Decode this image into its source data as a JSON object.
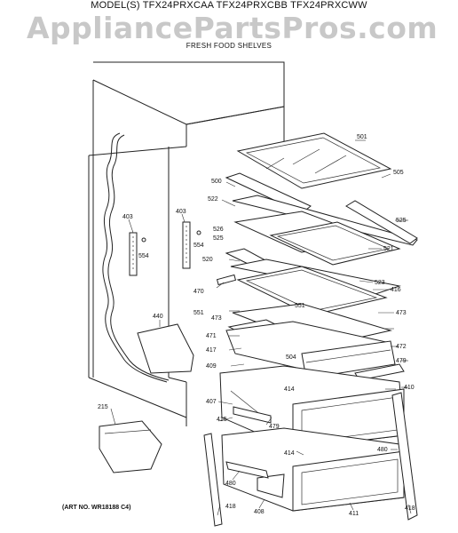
{
  "header": {
    "models": "MODEL(S) TFX24PRXCAA  TFX24PRXCBB  TFX24PRXCWW",
    "watermark": "AppliancePartsPros.com",
    "section": "FRESH FOOD SHELVES"
  },
  "footer": {
    "art_no": "(ART NO. WR18188 C4)"
  },
  "callouts": {
    "c501": "501",
    "c505": "505",
    "c500": "500",
    "c522": "522",
    "c526": "526",
    "c525a": "525",
    "c525b": "525",
    "c521": "521",
    "c520": "520",
    "c523": "523",
    "c470": "470",
    "c416": "416",
    "c551a": "551",
    "c551b": "551",
    "c473a": "473",
    "c473b": "473",
    "c471": "471",
    "c504": "504",
    "c472": "472",
    "c417": "417",
    "c479a": "479",
    "c409": "409",
    "c414a": "414",
    "c410": "410",
    "c407": "407",
    "c415": "415",
    "c479b": "479",
    "c414b": "414",
    "c480a": "480",
    "c480b": "480",
    "c418a": "418",
    "c408": "408",
    "c411": "411",
    "c418b": "418",
    "c403a": "403",
    "c403b": "403",
    "c554a": "554",
    "c554b": "554",
    "c440": "440",
    "c215": "215"
  }
}
